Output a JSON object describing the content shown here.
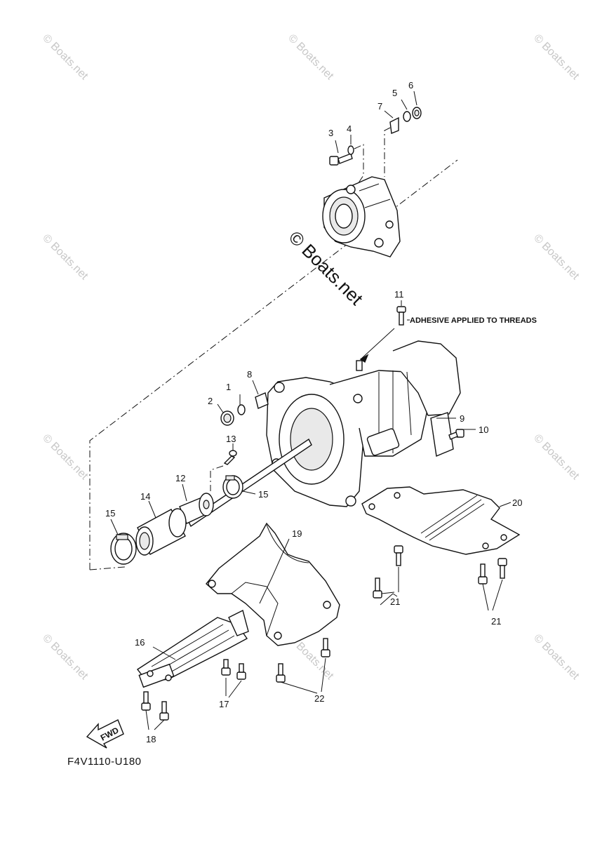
{
  "watermark": {
    "corner_text": "© Boats.net",
    "center_text": "© Boats.net"
  },
  "note": {
    "text": "ADHESIVE APPLIED TO THREADS"
  },
  "diagram_code": "F4V1110-U180",
  "direction_arrow": {
    "label": "FWD"
  },
  "callouts": {
    "c1": "1",
    "c2": "2",
    "c3": "3",
    "c4": "4",
    "c5": "5",
    "c6": "6",
    "c7": "7",
    "c8": "8",
    "c9": "9",
    "c10": "10",
    "c11": "11",
    "c12": "12",
    "c13": "13",
    "c14": "14",
    "c15a": "15",
    "c15b": "15",
    "c16": "16",
    "c17": "17",
    "c18": "18",
    "c19": "19",
    "c20": "20",
    "c21a": "21",
    "c21b": "21",
    "c22": "22"
  }
}
